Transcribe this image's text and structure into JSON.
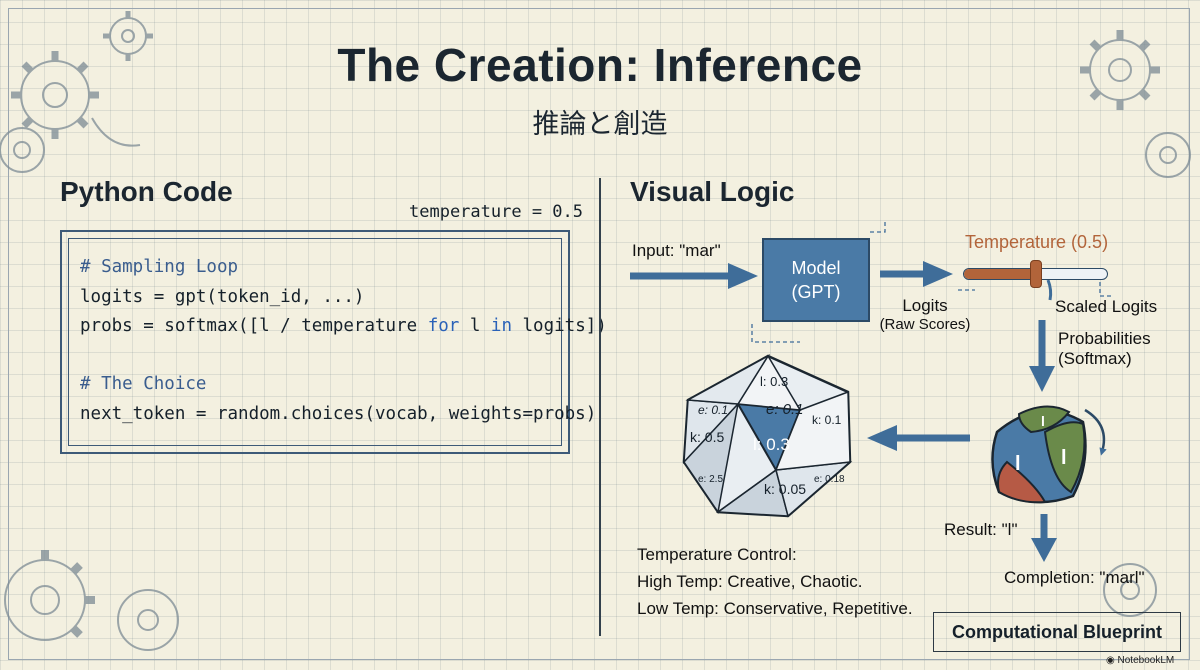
{
  "header": {
    "title": "The Creation: Inference",
    "subtitle": "推論と創造"
  },
  "left": {
    "heading": "Python Code",
    "temperature_label": "temperature = 0.5",
    "code": {
      "comment1": "# Sampling Loop",
      "line1": "logits = gpt(token_id, ...)",
      "line2_a": "probs = softmax([l / temperature ",
      "line2_kw1": "for",
      "line2_b": " l ",
      "line2_kw2": "in",
      "line2_c": " logits])",
      "comment2": "# The Choice",
      "line3": "next_token = random.choices(vocab, weights=probs)"
    }
  },
  "right": {
    "heading": "Visual Logic",
    "input_label": "Input: \"mar\"",
    "model_line1": "Model",
    "model_line2": "(GPT)",
    "temperature_label": "Temperature (0.5)",
    "temperature_value": 0.5,
    "logits_line1": "Logits",
    "logits_line2": "(Raw Scores)",
    "scaled_logits": "Scaled Logits",
    "prob_line1": "Probabilities",
    "prob_line2": "(Softmax)",
    "result": "Result: \"l\"",
    "completion": "Completion: \"marl\"",
    "dice_letter": "l",
    "d20_labels": [
      "l: 0.3",
      "e: 0.1",
      "k: 0.1",
      "e: 0.1",
      "k: 0.5",
      "l: 0.3",
      "k: 0.05",
      "e: 0.18",
      "e: 2.5"
    ],
    "temp_control_title": "Temperature Control:",
    "temp_high": "High Temp: Creative, Chaotic.",
    "temp_low": "Low Temp: Conservative, Repetitive.",
    "footer": "Computational Blueprint"
  },
  "brand": "NotebookLM",
  "colors": {
    "ink": "#1b2630",
    "blue": "#4a7aa6",
    "arrow": "#3f6d99",
    "temperature": "#b2643a",
    "dice_green": "#6a8a4a",
    "dice_red": "#b65a45"
  }
}
